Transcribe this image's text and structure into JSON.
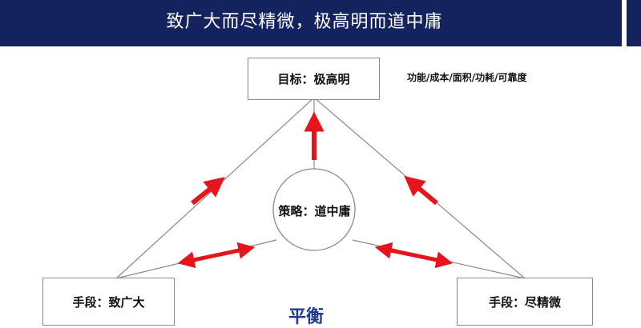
{
  "header": {
    "title": "致广大而尽精微，极高明而道中庸",
    "background": "#14235e"
  },
  "nodes": {
    "goal": "目标：极高明",
    "strategy": "策略：道中庸",
    "means_left": "手段：致广大",
    "means_right": "手段：尽精微"
  },
  "goal_note": "功能/成本/面积/功耗/可靠度",
  "balance_label": "平衡",
  "colors": {
    "arrow": "#e8141b",
    "line": "#8a8a8a",
    "balance_text": "#1f3a8c"
  }
}
